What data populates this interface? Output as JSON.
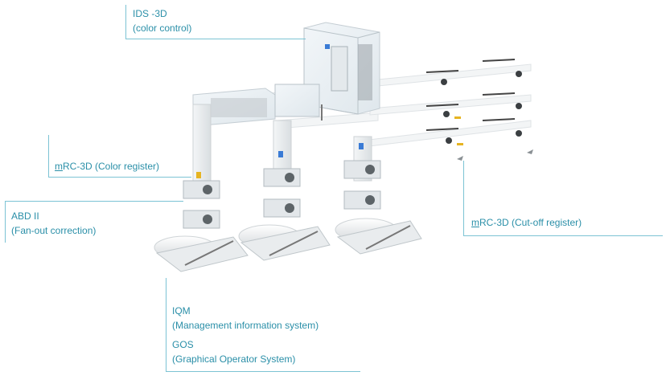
{
  "labels": {
    "ids": {
      "line1": "IDS -3D",
      "line2": "(color control)"
    },
    "mrc_color": {
      "prefix": "m",
      "rest": "RC-3D (Color register)"
    },
    "abd": {
      "line1": "ABD II",
      "line2": "(Fan-out correction)"
    },
    "mrc_cutoff": {
      "prefix": "m",
      "rest": "RC-3D (Cut-off register)"
    },
    "iqm": {
      "line1": "IQM",
      "line2": "(Management information system)"
    },
    "gos": {
      "line1": "GOS",
      "line2": "(Graphical Operator System)"
    }
  },
  "colors": {
    "accent": "#2a8fa8",
    "leader_line": "#7cc3d4",
    "machine_frame": "#e9ecee",
    "machine_shadow": "#c7ccd0",
    "roller_dark": "#5d6468",
    "glass": "#dfe8ee",
    "signal_yellow": "#e6b422"
  }
}
